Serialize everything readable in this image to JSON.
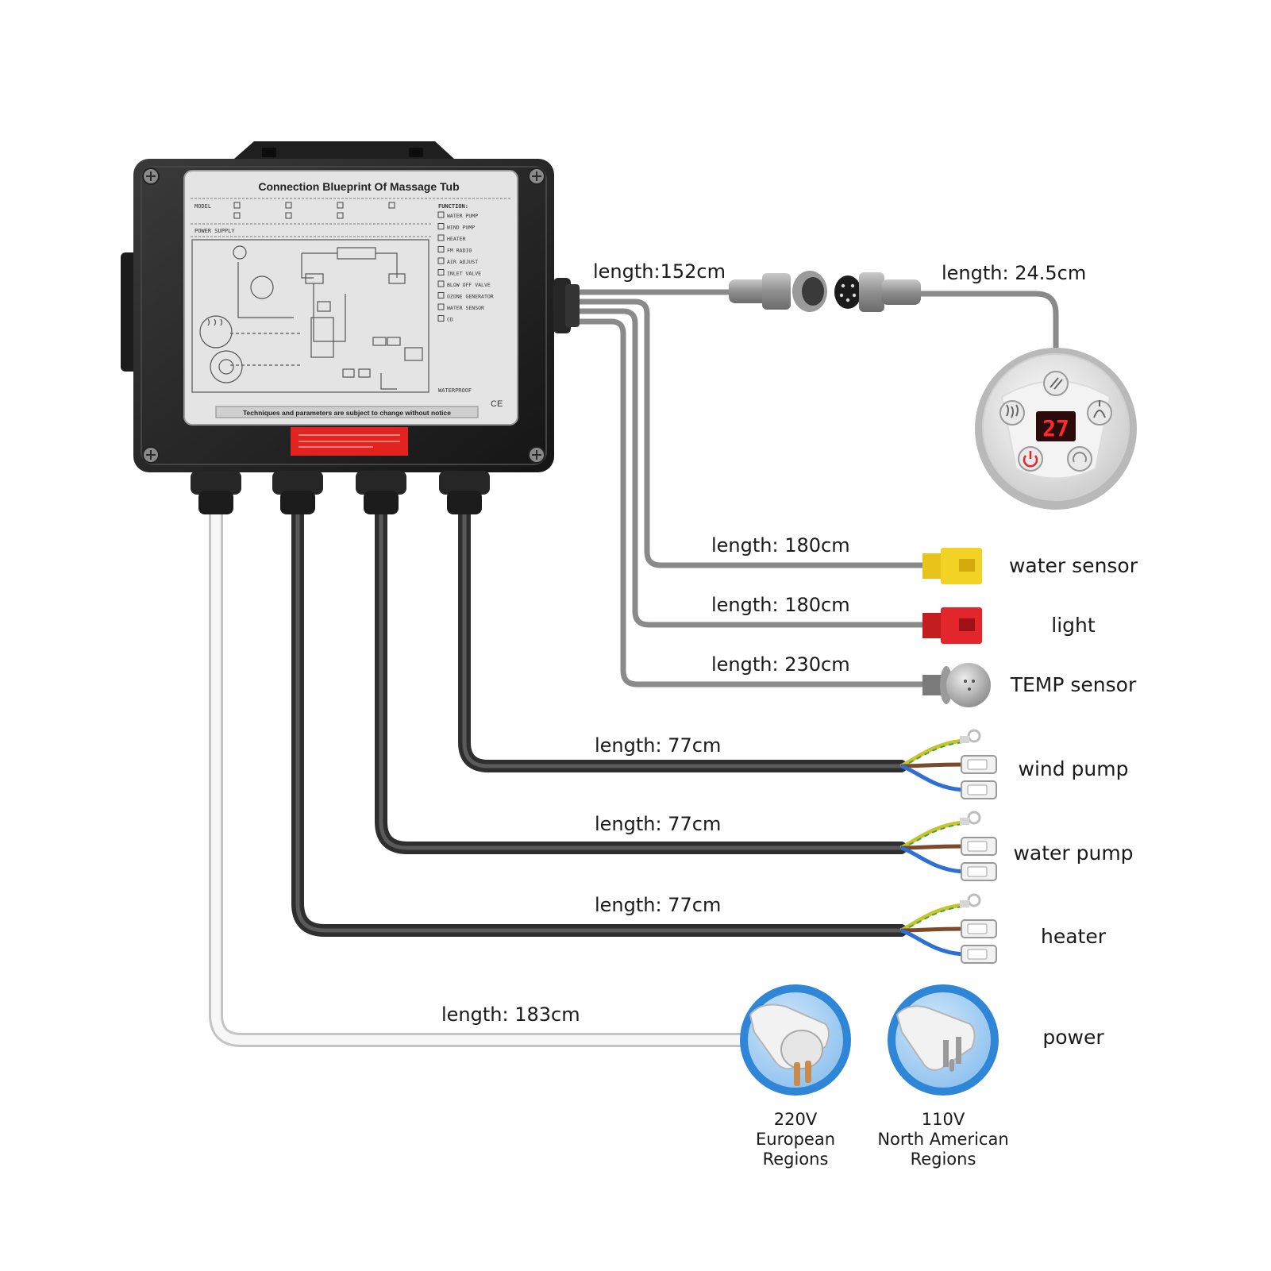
{
  "controller": {
    "panel_title": "Connection Blueprint Of Massage Tub",
    "model_label": "MODEL",
    "power_label": "POWER SUPPLY",
    "function_label": "FUNCTION:",
    "functions": [
      "WATER PUMP",
      "WIND PUMP",
      "HEATER",
      "FM RADIO",
      "AIR ADJUST",
      "INLET VALVE",
      "BLOW OFF VALVE",
      "OZONE GENERATOR",
      "WATER SENSOR",
      "CD"
    ],
    "waterproof_label": "WATERPROOF",
    "footer_note": "Techniques and parameters are subject to change without notice"
  },
  "control_panel": {
    "display_value": "27"
  },
  "cables": [
    {
      "id": "panel-extension",
      "length_label": "length:152cm"
    },
    {
      "id": "panel-lead",
      "length_label": "length: 24.5cm"
    },
    {
      "id": "water-sensor",
      "length_label": "length: 180cm",
      "name": "water sensor"
    },
    {
      "id": "light",
      "length_label": "length: 180cm",
      "name": "light"
    },
    {
      "id": "temp-sensor",
      "length_label": "length: 230cm",
      "name": "TEMP sensor"
    },
    {
      "id": "wind-pump",
      "length_label": "length: 77cm",
      "name": "wind pump"
    },
    {
      "id": "water-pump",
      "length_label": "length: 77cm",
      "name": "water pump"
    },
    {
      "id": "heater",
      "length_label": "length: 77cm",
      "name": "heater"
    },
    {
      "id": "power",
      "length_label": "length: 183cm",
      "name": "power"
    }
  ],
  "plugs": [
    {
      "voltage": "220V",
      "region_line1": "European",
      "region_line2": "Regions"
    },
    {
      "voltage": "110V",
      "region_line1": "North American",
      "region_line2": "Regions"
    }
  ],
  "colors": {
    "housing": "#2b2b2b",
    "cable_gray": "#8a8a8a",
    "cable_dark": "#3a3a3a",
    "water_sensor_connector": "#f2d224",
    "light_connector": "#e2262b",
    "plug_ring": "#2f86d6",
    "display_digits": "#ff2a2a"
  }
}
